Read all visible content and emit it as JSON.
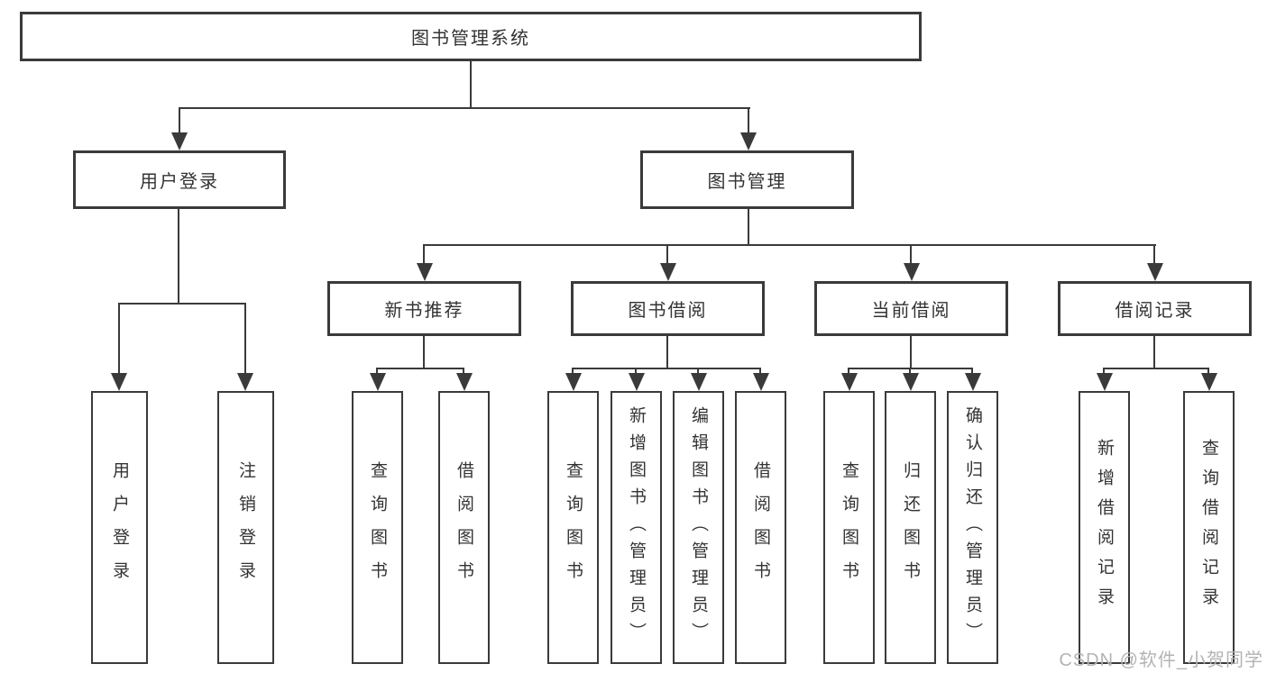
{
  "diagram": {
    "root": {
      "label": "图书管理系统"
    },
    "level1": [
      {
        "label": "用户登录"
      },
      {
        "label": "图书管理"
      }
    ],
    "level2": [
      {
        "label": "新书推荐"
      },
      {
        "label": "图书借阅"
      },
      {
        "label": "当前借阅"
      },
      {
        "label": "借阅记录"
      }
    ],
    "leaves": [
      {
        "label": "用户登录"
      },
      {
        "label": "注销登录"
      },
      {
        "label": "查询图书"
      },
      {
        "label": "借阅图书"
      },
      {
        "label": "查询图书"
      },
      {
        "label": "新增图书（管理员）"
      },
      {
        "label": "编辑图书（管理员）"
      },
      {
        "label": "借阅图书"
      },
      {
        "label": "查询图书"
      },
      {
        "label": "归还图书"
      },
      {
        "label": "确认归还（管理员）"
      },
      {
        "label": "新增借阅记录"
      },
      {
        "label": "查询借阅记录"
      }
    ]
  },
  "watermark": {
    "text": "CSDN @软件_小贺同学"
  },
  "colors": {
    "line": "#3a3a3a",
    "text": "#333333",
    "watermark": "#b3b3b3",
    "background": "#ffffff"
  }
}
